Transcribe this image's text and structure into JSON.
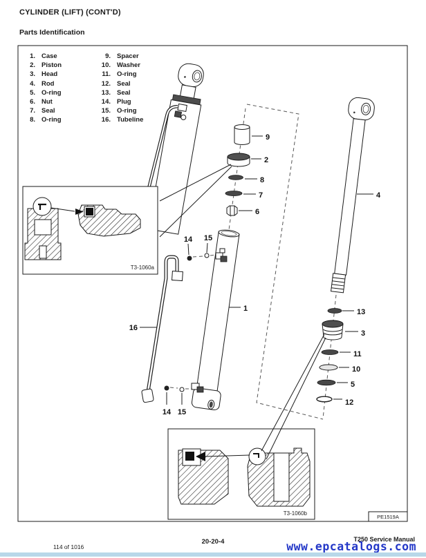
{
  "page": {
    "title": "CYLINDER (LIFT) (CONT'D)",
    "subtitle": "Parts Identification",
    "footer_page_code": "20-20-4",
    "footer_manual": "T250 Service Manual",
    "footer_sheet": "114 of 1016",
    "watermark": "www.epcatalogs.com"
  },
  "figure": {
    "figure_code": "PE1519A",
    "inset_top_label": "T3-1060a",
    "inset_bottom_label": "T3-1060b"
  },
  "parts_list": {
    "rows": [
      [
        "1.",
        "Case",
        "9.",
        "Spacer"
      ],
      [
        "2.",
        "Piston",
        "10.",
        "Washer"
      ],
      [
        "3.",
        "Head",
        "11.",
        "O-ring"
      ],
      [
        "4.",
        "Rod",
        "12.",
        "Seal"
      ],
      [
        "5.",
        "O-ring",
        "13.",
        "Seal"
      ],
      [
        "6.",
        "Nut",
        "14.",
        "Plug"
      ],
      [
        "7.",
        "Seal",
        "15.",
        "O-ring"
      ],
      [
        "8.",
        "O-ring",
        "16.",
        "Tubeline"
      ]
    ]
  },
  "callouts": {
    "n1": "1",
    "n2": "2",
    "n3": "3",
    "n4": "4",
    "n5": "5",
    "n6": "6",
    "n7": "7",
    "n8": "8",
    "n9": "9",
    "n10": "10",
    "n11": "11",
    "n12": "12",
    "n13": "13",
    "n14": "14",
    "n15": "15",
    "n16": "16"
  }
}
